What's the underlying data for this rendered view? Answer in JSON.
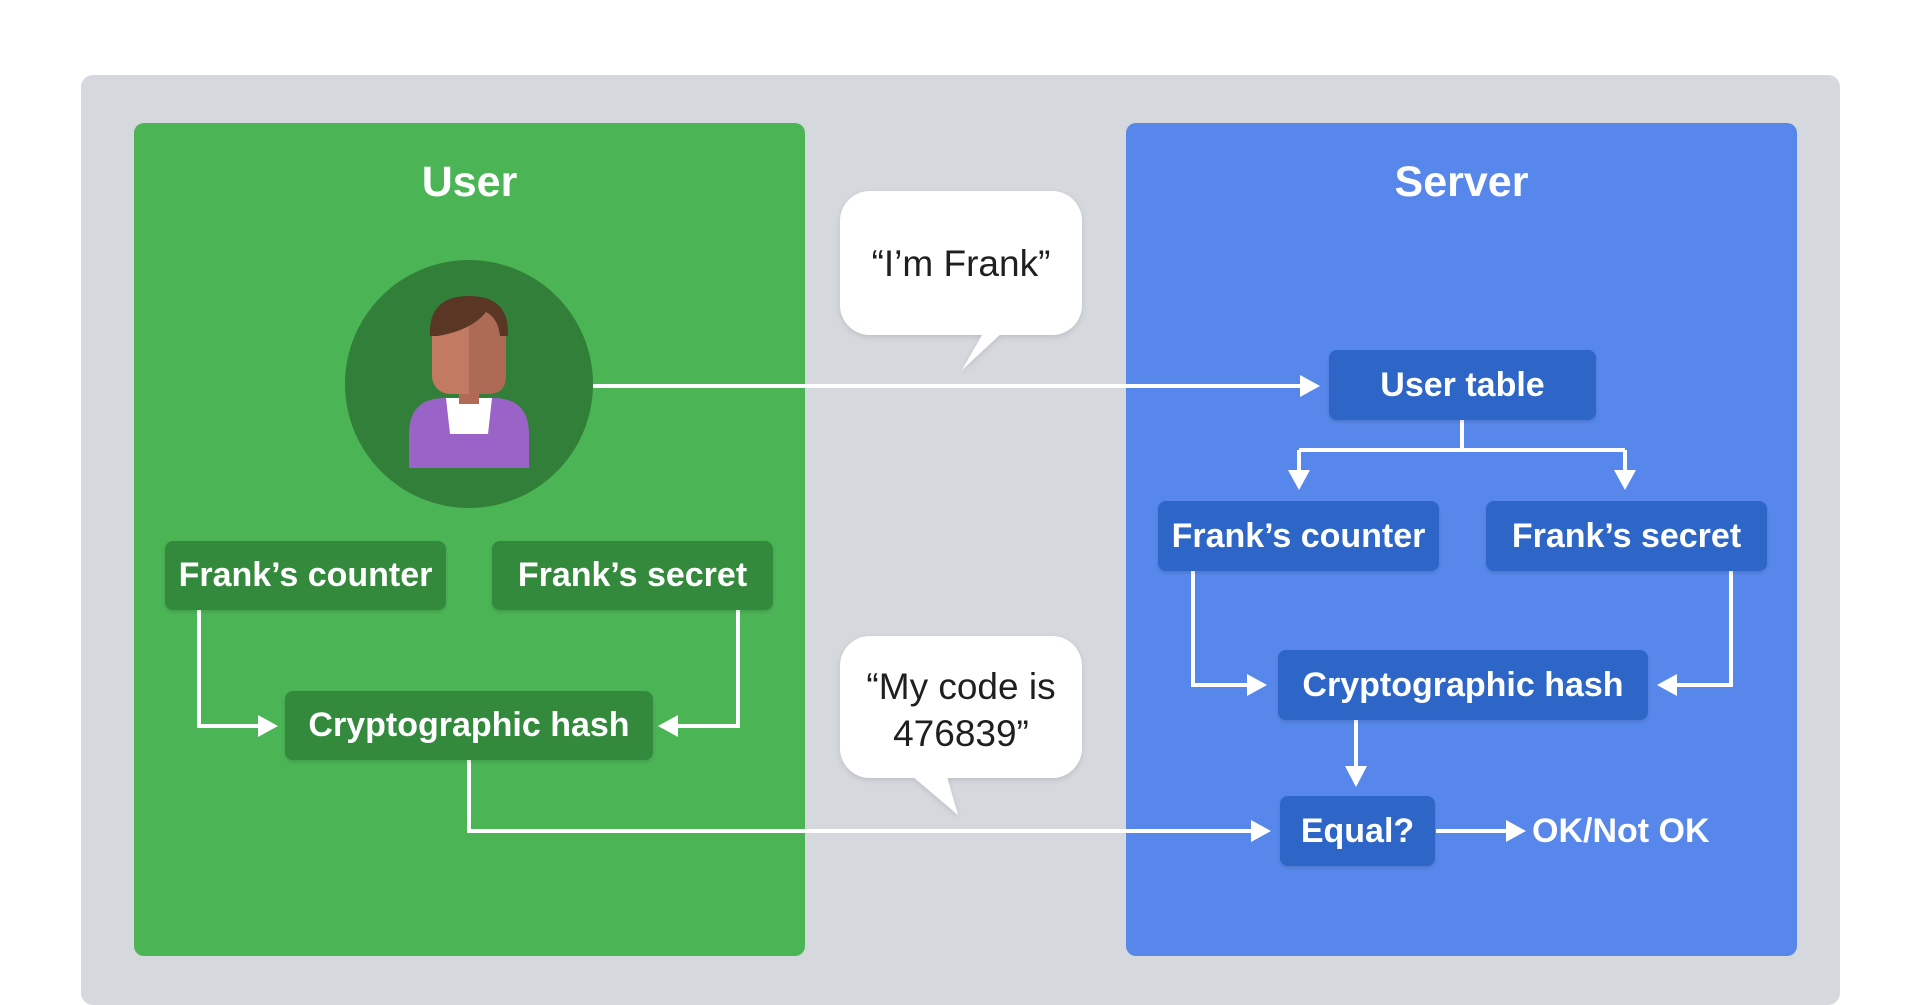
{
  "user_panel": {
    "title": "User",
    "counter_label": "Frank’s counter",
    "secret_label": "Frank’s secret",
    "hash_label": "Cryptographic hash"
  },
  "server_panel": {
    "title": "Server",
    "user_table_label": "User table",
    "counter_label": "Frank’s counter",
    "secret_label": "Frank’s secret",
    "hash_label": "Cryptographic hash",
    "equal_label": "Equal?",
    "result_label": "OK/Not OK"
  },
  "messages": {
    "identity": "“I’m Frank”",
    "code": "“My code is\n476839”"
  },
  "colors": {
    "user_panel": "#4bb455",
    "user_box": "#348a3c",
    "server_panel": "#5787ea",
    "server_box": "#2d66c6",
    "frame": "#d5d9de"
  },
  "icons": {
    "user_avatar": "person-avatar-icon"
  }
}
